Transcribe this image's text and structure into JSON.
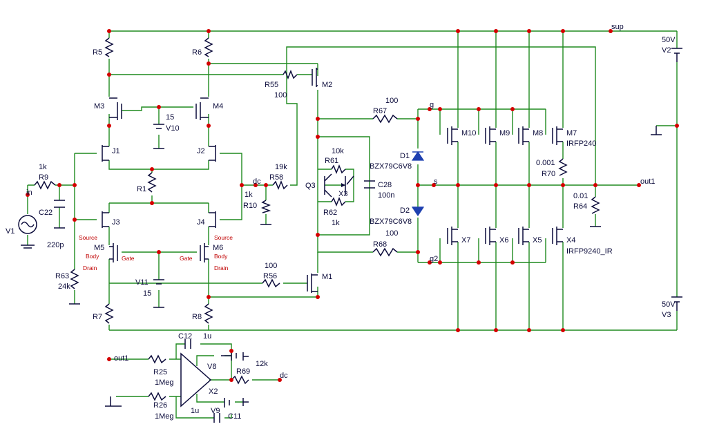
{
  "nets": {
    "sup": "sup",
    "in": "in",
    "dc1": "dc",
    "dc2": "dc",
    "out1_main": "out1",
    "out1_sense": "out1",
    "g": "g",
    "s": "s",
    "g2": "g2"
  },
  "labels": {
    "R5": "R5",
    "R6": "R6",
    "M3": "M3",
    "M4": "M4",
    "V10": "V10",
    "V10v": "15",
    "J1": "J1",
    "J2": "J2",
    "R1": "R1",
    "J3": "J3",
    "J4": "J4",
    "M5": "M5",
    "M6": "M6",
    "V11": "V11",
    "V11v": "15",
    "R7": "R7",
    "R8": "R8",
    "R9": "R9",
    "R9v": "1k",
    "C22": "C22",
    "C22v": "220p",
    "V1": "V1",
    "R63": "R63",
    "R63v": "24k",
    "R55": "R55",
    "R55v": "100",
    "M2": "M2",
    "R58": "R58",
    "R58v": "19k",
    "R10": "R10",
    "R10v": "1k",
    "R56": "R56",
    "R56v": "100",
    "M1": "M1",
    "Q3": "Q3",
    "R61": "R61",
    "R61v": "10k",
    "X3": "X3",
    "R62": "R62",
    "R62v": "1k",
    "C28": "C28",
    "C28v": "100n",
    "R67": "R67",
    "R67v": "100",
    "R68": "R68",
    "R68v": "100",
    "D1": "D1",
    "D1v": "BZX79C6V8",
    "D2": "D2",
    "D2v": "BZX79C6V8",
    "M10": "M10",
    "M9": "M9",
    "M8": "M8",
    "M7": "M7",
    "M7v": "IRFP240",
    "R70": "R70",
    "R70v": "0.001",
    "R64": "R64",
    "R64v": "0.01",
    "X7": "X7",
    "X6": "X6",
    "X5": "X5",
    "X4": "X4",
    "X4v": "IRFP9240_IR",
    "V2": "V2",
    "V2v": "50V",
    "V3": "V3",
    "V3v": "50V",
    "C12": "C12",
    "C12v": "1u",
    "R25": "R25",
    "R25v": "1Meg",
    "R26": "R26",
    "R26v": "1Meg",
    "V8": "V8",
    "X2": "X2",
    "V9": "V9",
    "C11": "C11",
    "C11v": "1u",
    "R69": "R69",
    "R69v": "12k"
  },
  "pins": {
    "source_l": "Source",
    "body_l": "Body",
    "drain_l": "Drain",
    "gate_l": "Gate",
    "source_r": "Source",
    "body_r": "Body",
    "drain_r": "Drain",
    "gate_r": "Gate"
  },
  "colors": {
    "wire": "#1e8a1e",
    "component": "#0a0a3a",
    "junction": "#d40000",
    "pin_label": "#c00000",
    "zener": "#1e40b0"
  }
}
